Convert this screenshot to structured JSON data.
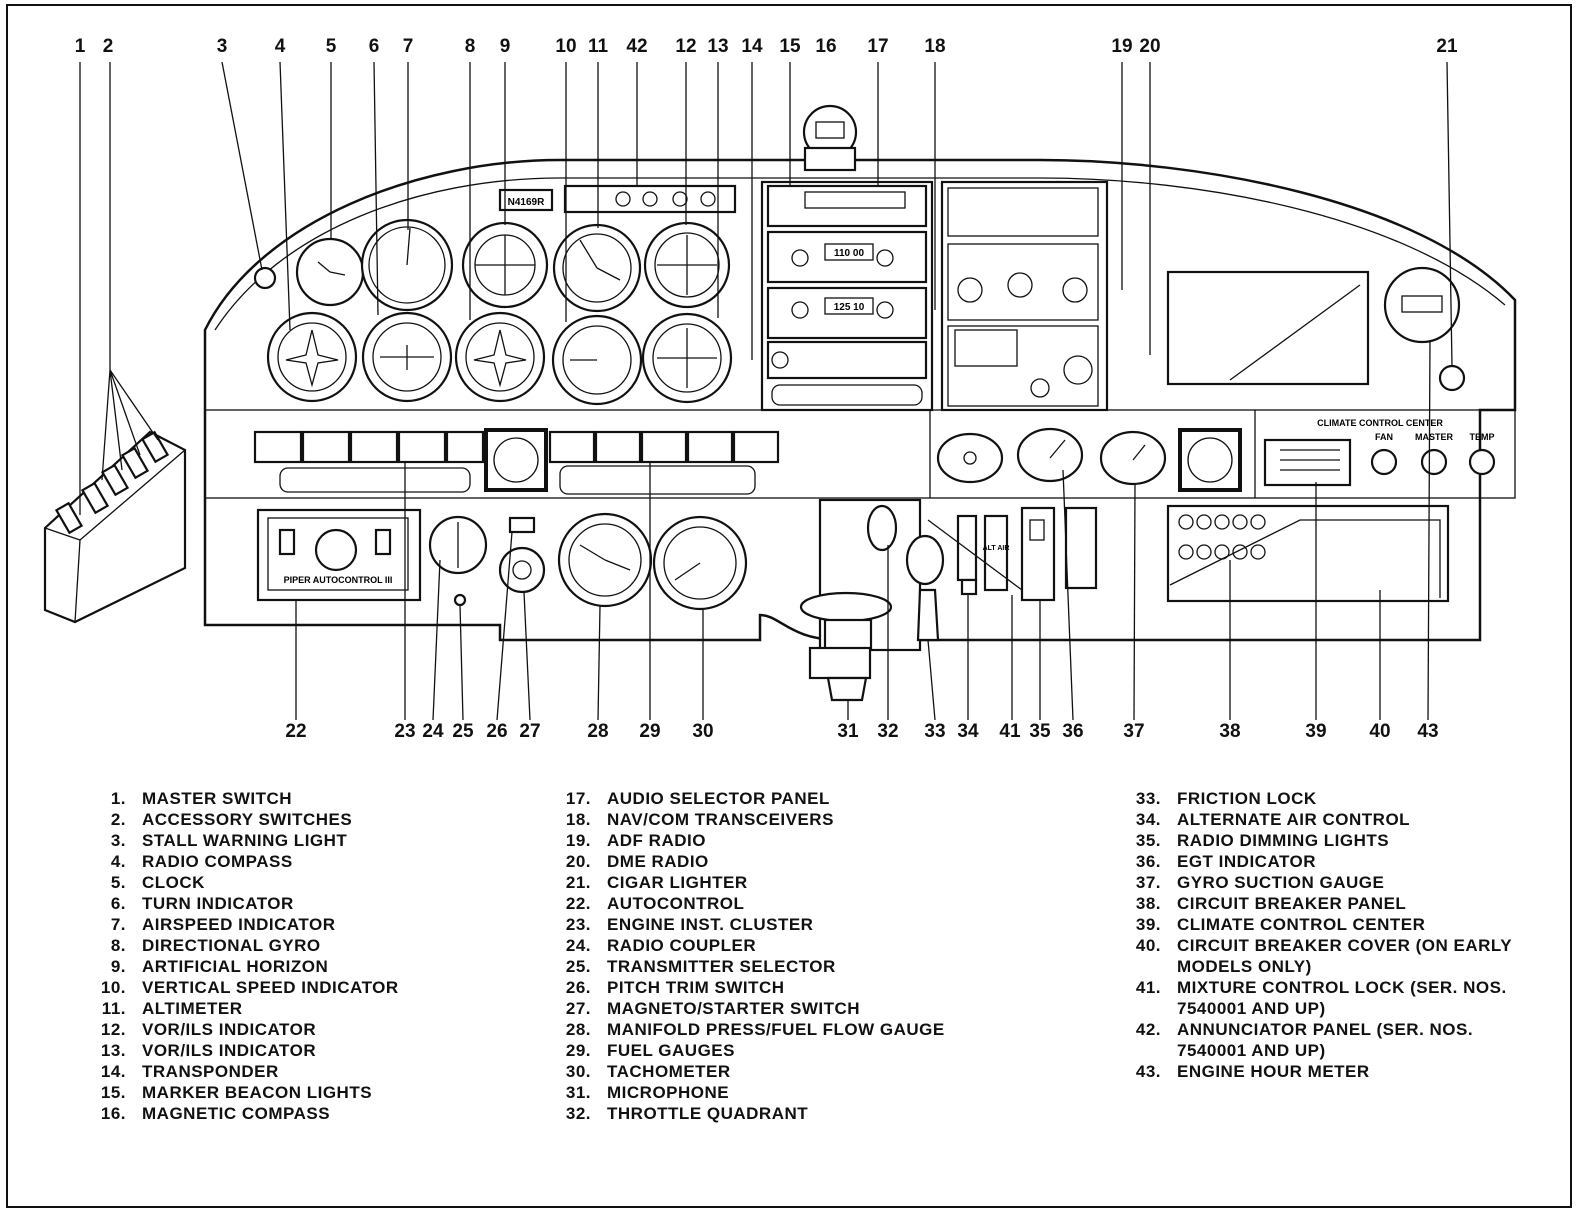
{
  "callouts": [
    "1",
    "2",
    "3",
    "4",
    "5",
    "6",
    "7",
    "8",
    "9",
    "10",
    "11",
    "42",
    "12",
    "13",
    "14",
    "15",
    "16",
    "17",
    "18",
    "19",
    "20",
    "21",
    "22",
    "23",
    "24",
    "25",
    "26",
    "27",
    "28",
    "29",
    "30",
    "31",
    "32",
    "33",
    "34",
    "41",
    "35",
    "36",
    "37",
    "38",
    "39",
    "40",
    "43"
  ],
  "panel_text": {
    "tail_number": "N4169R",
    "radio1_freq": "110 00",
    "radio2_freq": "125 10",
    "autocontrol": "PIPER AUTOCONTROL III",
    "climate_title": "CLIMATE CONTROL CENTER",
    "fan": "FAN",
    "master": "MASTER",
    "temp": "TEMP",
    "alt_air": "ALT AIR"
  },
  "legend": {
    "col1": [
      {
        "num": "1.",
        "text": "MASTER SWITCH"
      },
      {
        "num": "2.",
        "text": "ACCESSORY SWITCHES"
      },
      {
        "num": "3.",
        "text": "STALL WARNING LIGHT"
      },
      {
        "num": "4.",
        "text": "RADIO COMPASS"
      },
      {
        "num": "5.",
        "text": "CLOCK"
      },
      {
        "num": "6.",
        "text": "TURN INDICATOR"
      },
      {
        "num": "7.",
        "text": "AIRSPEED INDICATOR"
      },
      {
        "num": "8.",
        "text": "DIRECTIONAL GYRO"
      },
      {
        "num": "9.",
        "text": "ARTIFICIAL HORIZON"
      },
      {
        "num": "10.",
        "text": "VERTICAL SPEED INDICATOR"
      },
      {
        "num": "11.",
        "text": "ALTIMETER"
      },
      {
        "num": "12.",
        "text": "VOR/ILS INDICATOR"
      },
      {
        "num": "13.",
        "text": "VOR/ILS INDICATOR"
      },
      {
        "num": "14.",
        "text": "TRANSPONDER"
      },
      {
        "num": "15.",
        "text": "MARKER BEACON LIGHTS"
      },
      {
        "num": "16.",
        "text": "MAGNETIC COMPASS"
      }
    ],
    "col2": [
      {
        "num": "17.",
        "text": "AUDIO SELECTOR PANEL"
      },
      {
        "num": "18.",
        "text": "NAV/COM TRANSCEIVERS"
      },
      {
        "num": "19.",
        "text": "ADF RADIO"
      },
      {
        "num": "20.",
        "text": "DME RADIO"
      },
      {
        "num": "21.",
        "text": "CIGAR LIGHTER"
      },
      {
        "num": "22.",
        "text": "AUTOCONTROL"
      },
      {
        "num": "23.",
        "text": "ENGINE INST. CLUSTER"
      },
      {
        "num": "24.",
        "text": "RADIO COUPLER"
      },
      {
        "num": "25.",
        "text": "TRANSMITTER SELECTOR"
      },
      {
        "num": "26.",
        "text": "PITCH TRIM SWITCH"
      },
      {
        "num": "27.",
        "text": "MAGNETO/STARTER SWITCH"
      },
      {
        "num": "28.",
        "text": "MANIFOLD PRESS/FUEL FLOW GAUGE"
      },
      {
        "num": "29.",
        "text": "FUEL GAUGES"
      },
      {
        "num": "30.",
        "text": "TACHOMETER"
      },
      {
        "num": "31.",
        "text": "MICROPHONE"
      },
      {
        "num": "32.",
        "text": "THROTTLE QUADRANT"
      }
    ],
    "col3": [
      {
        "num": "33.",
        "text": "FRICTION LOCK"
      },
      {
        "num": "34.",
        "text": "ALTERNATE AIR CONTROL"
      },
      {
        "num": "35.",
        "text": "RADIO DIMMING LIGHTS"
      },
      {
        "num": "36.",
        "text": "EGT INDICATOR"
      },
      {
        "num": "37.",
        "text": "GYRO SUCTION GAUGE"
      },
      {
        "num": "38.",
        "text": "CIRCUIT BREAKER PANEL"
      },
      {
        "num": "39.",
        "text": "CLIMATE CONTROL CENTER"
      },
      {
        "num": "40.",
        "text": "CIRCUIT BREAKER COVER (ON EARLY MODELS ONLY)"
      },
      {
        "num": "41.",
        "text": "MIXTURE CONTROL LOCK (SER. NOS. 7540001 AND UP)"
      },
      {
        "num": "42.",
        "text": "ANNUNCIATOR PANEL (SER. NOS. 7540001 AND UP)"
      },
      {
        "num": "43.",
        "text": "ENGINE HOUR METER"
      }
    ]
  }
}
